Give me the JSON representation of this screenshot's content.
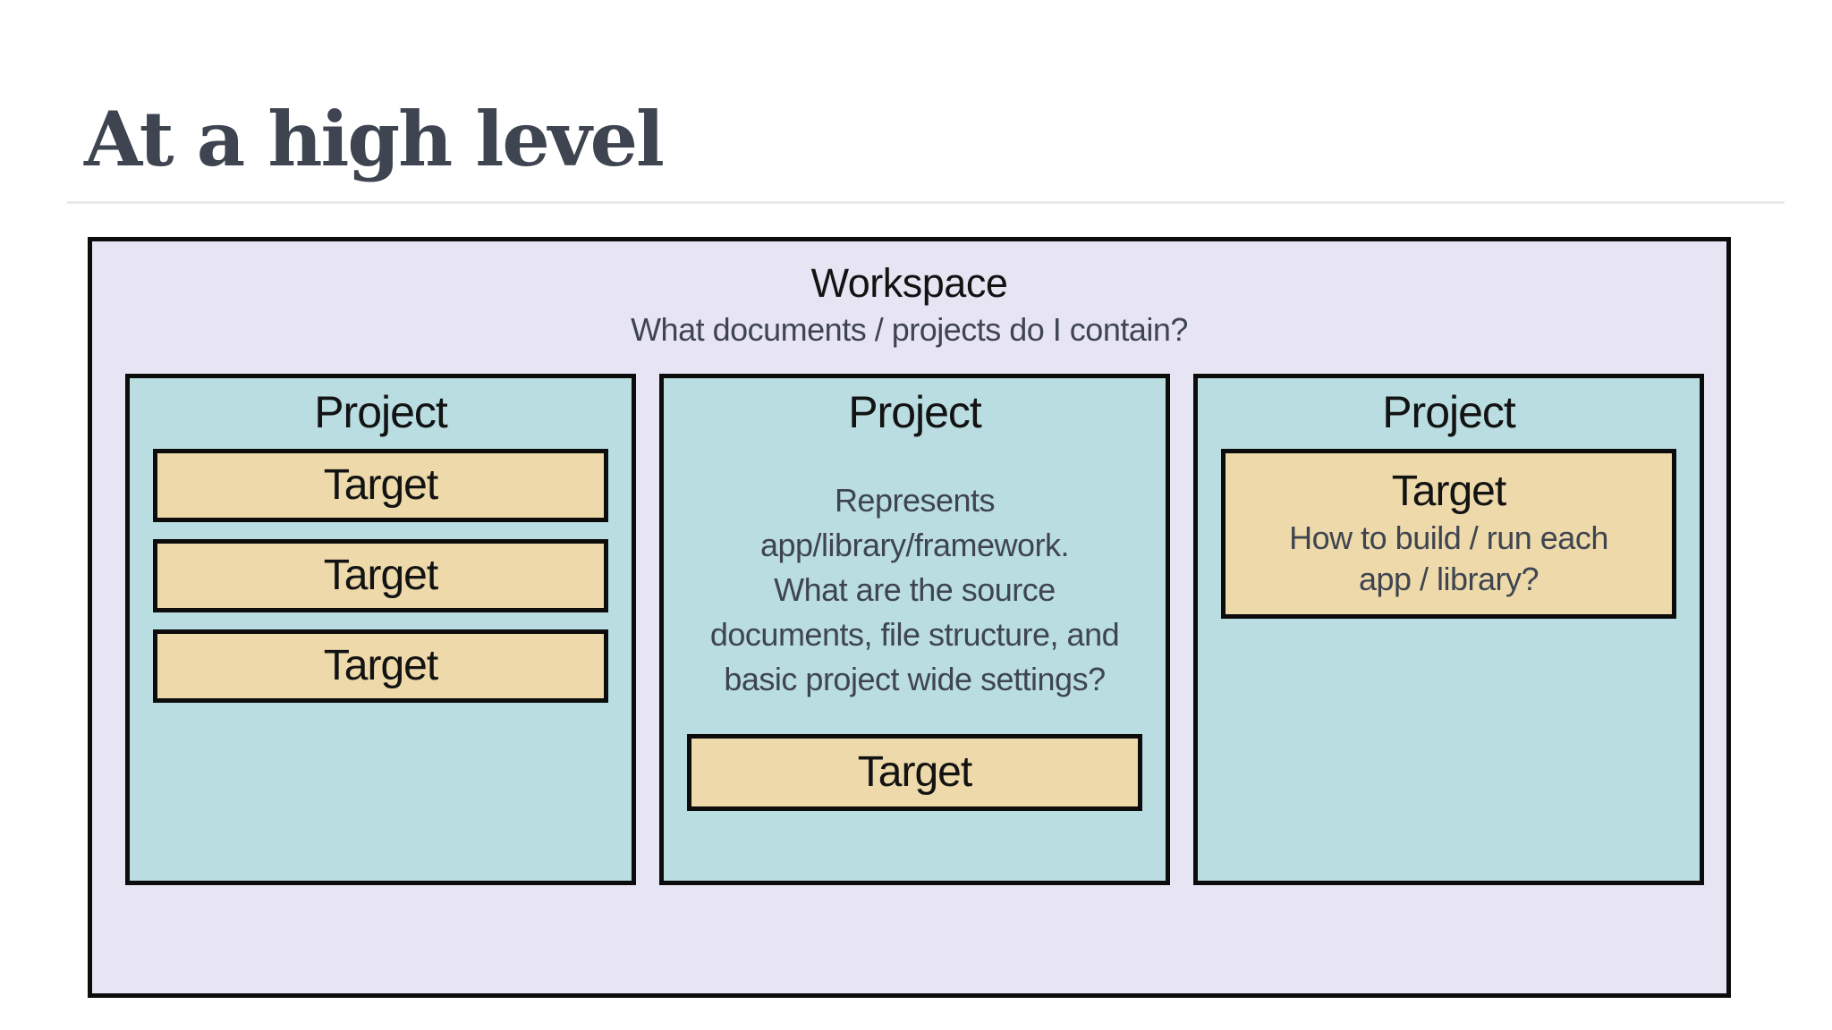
{
  "slide": {
    "title": "At a high level"
  },
  "workspace": {
    "title": "Workspace",
    "subtitle": "What documents / projects do I contain?",
    "projects": [
      {
        "label": "Project",
        "targets": [
          {
            "label": "Target"
          },
          {
            "label": "Target"
          },
          {
            "label": "Target"
          }
        ]
      },
      {
        "label": "Project",
        "description": "Represents\napp/library/framework.\nWhat are the source\ndocuments, file structure, and\nbasic project wide settings?",
        "targets": [
          {
            "label": "Target"
          }
        ]
      },
      {
        "label": "Project",
        "targets": [
          {
            "label": "Target",
            "note": "How to build / run each\napp / library?"
          }
        ]
      }
    ]
  },
  "colors": {
    "page_bg": "#ffffff",
    "title_text": "#3e4450",
    "divider": "#e9e9e9",
    "workspace_bg": "#e7e5f4",
    "project_bg": "#b9dde1",
    "target_bg": "#edd9a9",
    "box_border": "#0c0c0c",
    "heading_text": "#131313",
    "muted_text": "#3f4550"
  }
}
